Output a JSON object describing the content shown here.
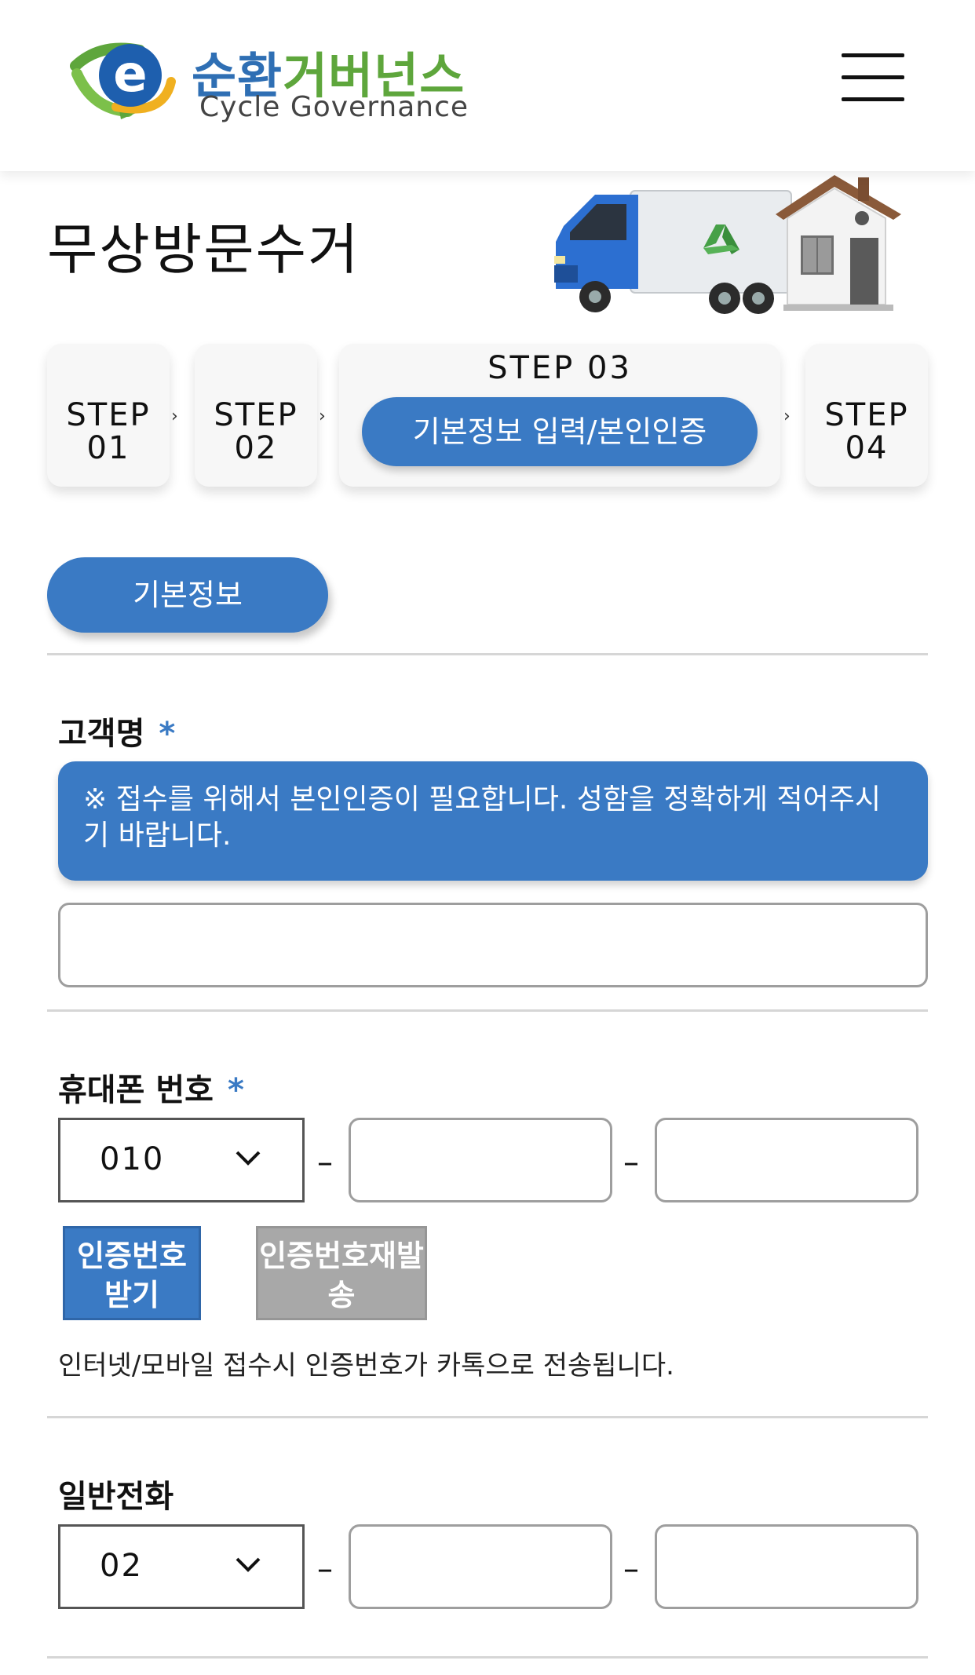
{
  "header": {
    "logo_title_part1": "순환",
    "logo_title_part2": "거버넌스",
    "logo_subtitle": "Cycle Governance",
    "logo_letter": "e"
  },
  "page": {
    "title": "무상방문수거"
  },
  "steps": [
    {
      "line1": "STEP",
      "line2": "01"
    },
    {
      "line1": "STEP",
      "line2": "02"
    },
    {
      "title": "STEP 03",
      "label": "기본정보 입력/본인인증"
    },
    {
      "line1": "STEP",
      "line2": "04"
    }
  ],
  "section": {
    "tab_label": "기본정보"
  },
  "customer_name": {
    "label": "고객명",
    "required_mark": "*",
    "notice": "※ 접수를 위해서 본인인증이 필요합니다. 성함을 정확하게 적어주시기 바랍니다.",
    "value": ""
  },
  "mobile": {
    "label": "휴대폰 번호",
    "required_mark": "*",
    "prefix_selected": "010",
    "dash": "–",
    "part2": "",
    "part3": "",
    "get_code_button": "인증번호받기",
    "resend_button": "인증번호재발송",
    "hint": "인터넷/모바일 접수시 인증번호가 카톡으로 전송됩니다."
  },
  "landline": {
    "label": "일반전화",
    "prefix_selected": "02",
    "dash": "–",
    "part2": "",
    "part3": ""
  },
  "colors": {
    "accent": "#3a7ac4",
    "logo_blue": "#2f6fb4",
    "logo_green": "#5ea63c",
    "disabled_button": "#a8a8a8"
  },
  "icons": {
    "menu": "hamburger-menu-icon",
    "select_arrow": "chevron-down-icon",
    "step_separator": "chevron-right-icon"
  }
}
